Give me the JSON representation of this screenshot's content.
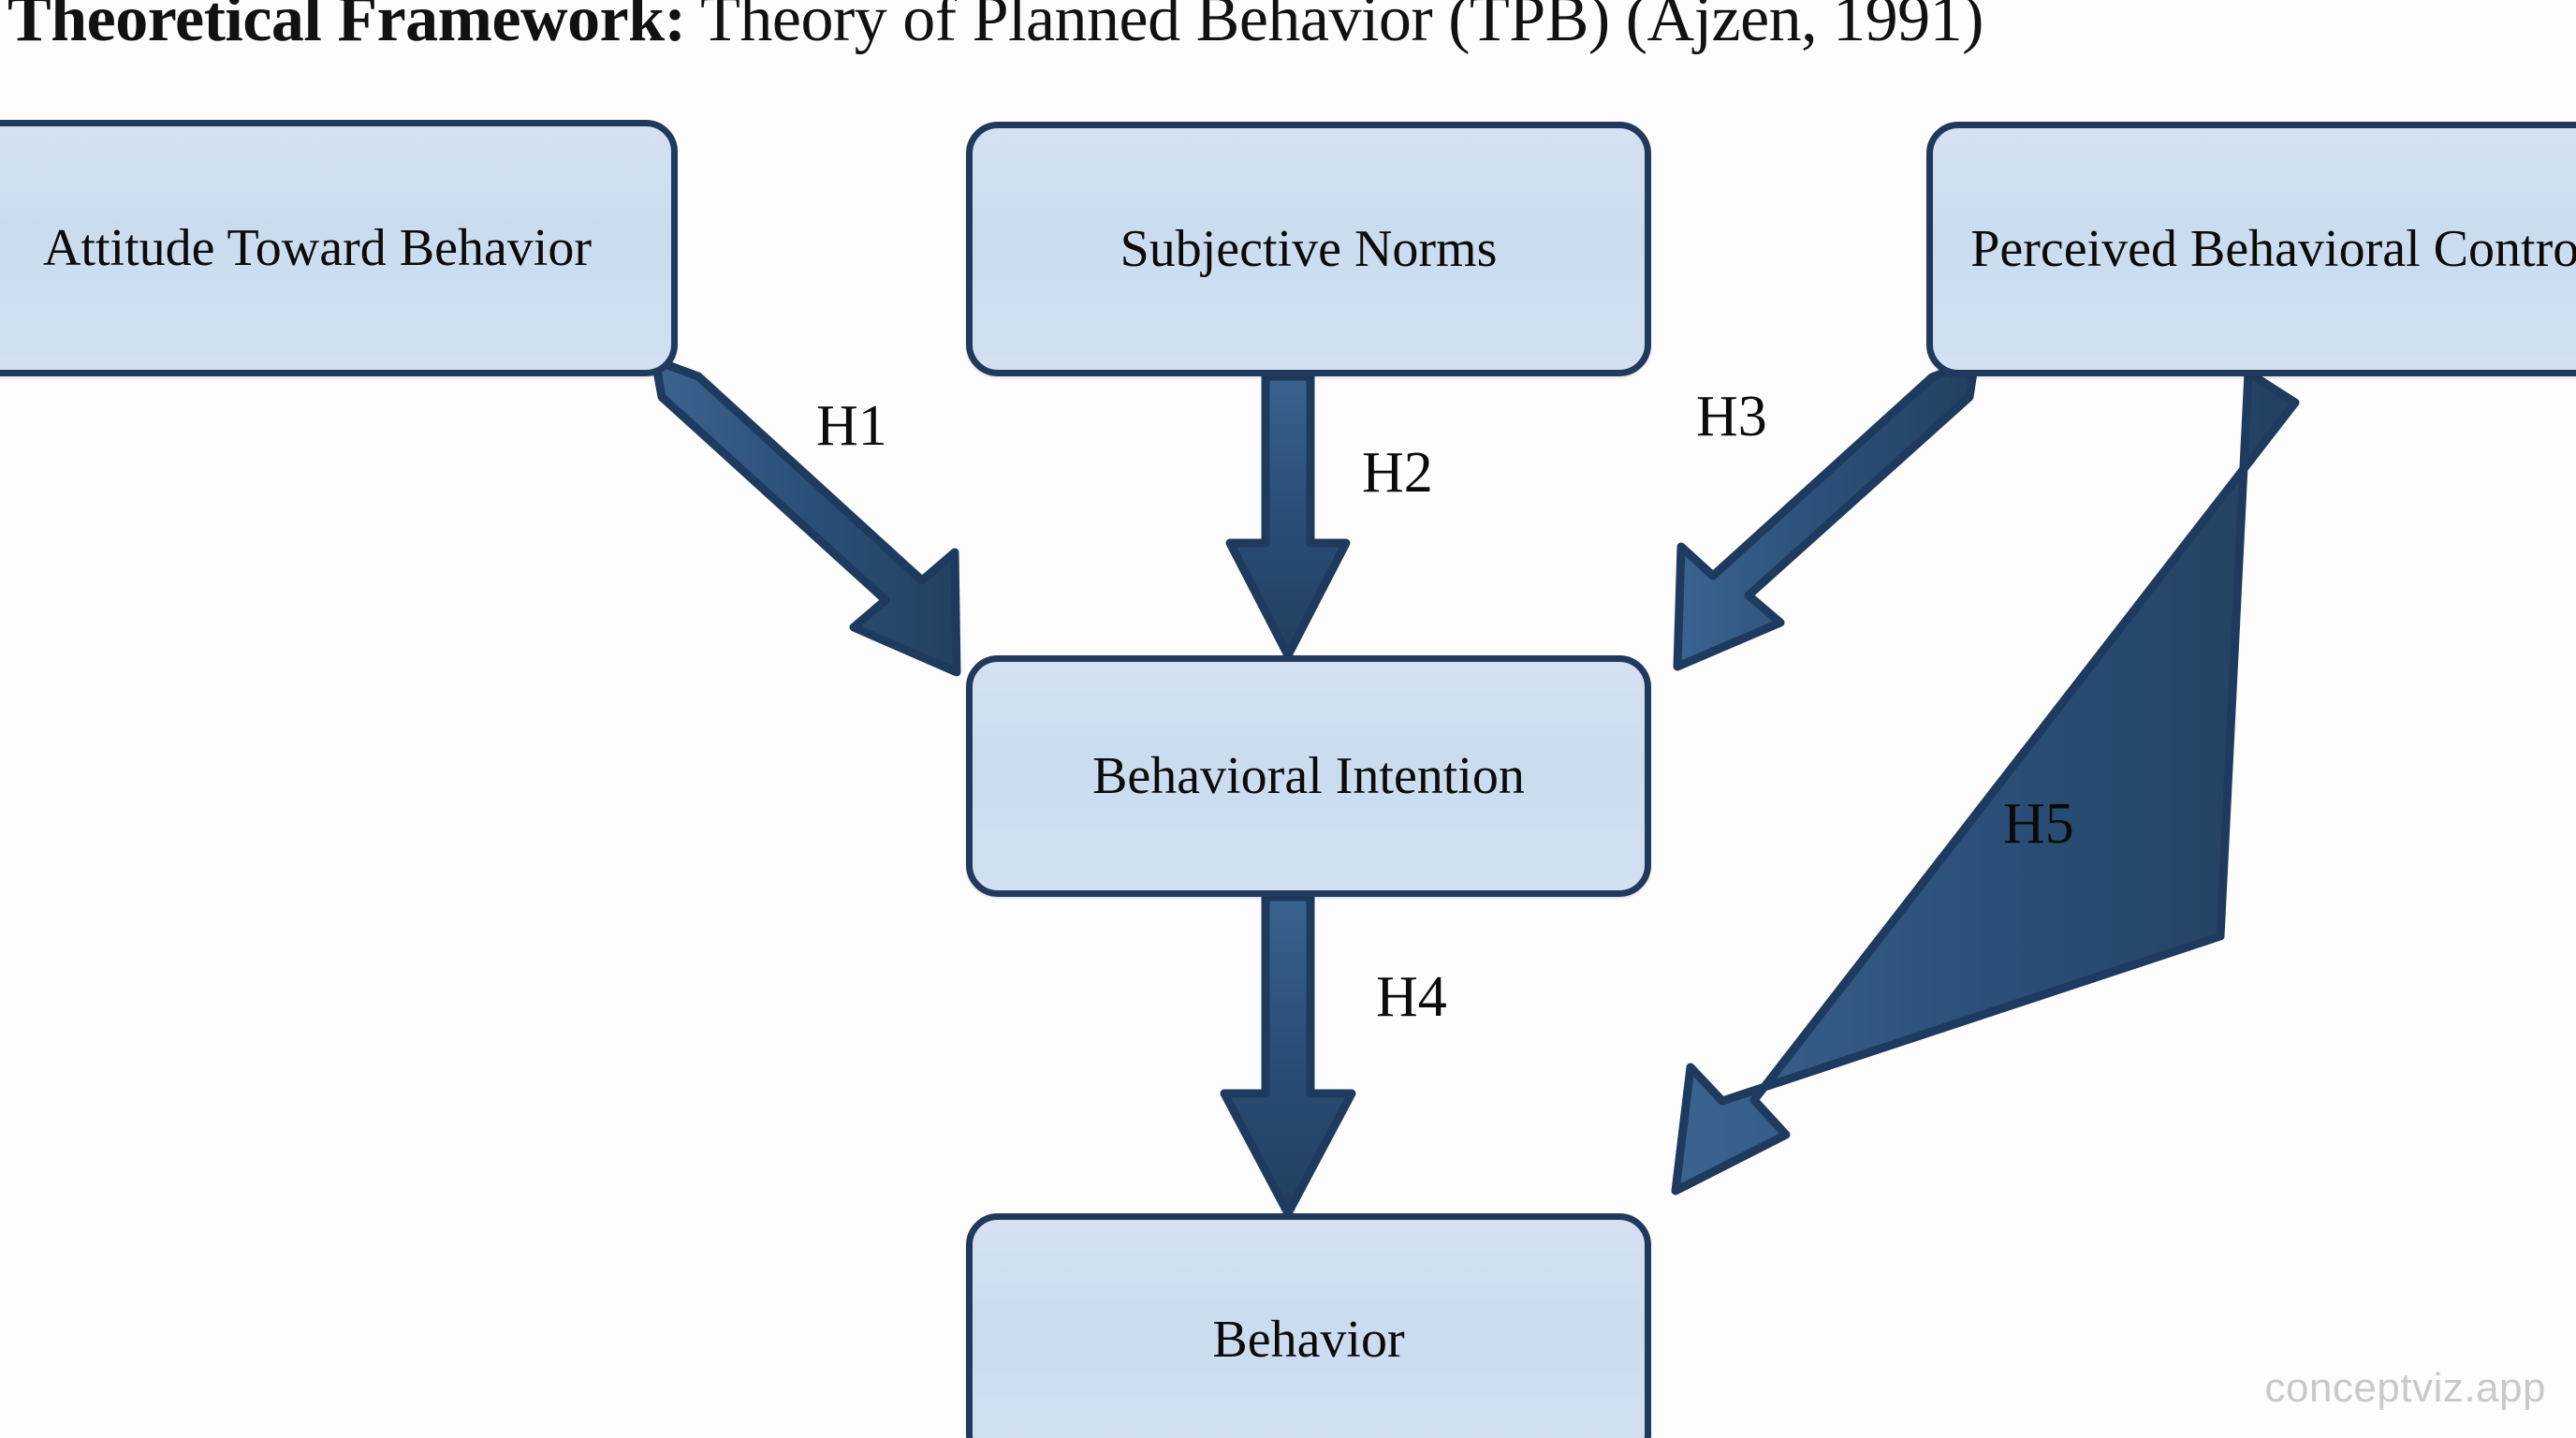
{
  "title": {
    "bold_prefix": "Theoretical Framework:",
    "rest": " Theory of Planned Behavior (TPB) (Ajzen, 1991)"
  },
  "colors": {
    "box_fill": "#cbdcef",
    "box_border": "#22395e",
    "arrow_fill": "#2b4f79",
    "arrow_border": "#1f3a5f",
    "text": "#0b0b0b",
    "background": "#fdfdfd",
    "watermark": "#c9c9c9"
  },
  "nodes": [
    {
      "id": "attitude",
      "label": "Attitude Toward Behavior"
    },
    {
      "id": "norms",
      "label": "Subjective Norms"
    },
    {
      "id": "pbc",
      "label": "Perceived Behavioral Control"
    },
    {
      "id": "intention",
      "label": "Behavioral Intention"
    },
    {
      "id": "behavior",
      "label": "Behavior"
    }
  ],
  "edges": [
    {
      "id": "h1",
      "label": "H1",
      "from": "attitude",
      "to": "intention",
      "direction": "down-right"
    },
    {
      "id": "h2",
      "label": "H2",
      "from": "norms",
      "to": "intention",
      "direction": "down"
    },
    {
      "id": "h3",
      "label": "H3",
      "from": "pbc",
      "to": "intention",
      "direction": "down-left"
    },
    {
      "id": "h4",
      "label": "H4",
      "from": "intention",
      "to": "behavior",
      "direction": "down"
    },
    {
      "id": "h5",
      "label": "H5",
      "from": "pbc",
      "to": "behavior",
      "direction": "down-left"
    }
  ],
  "watermark": "conceptviz.app",
  "chart_data": {
    "type": "diagram",
    "title": "Theoretical Framework: Theory of Planned Behavior (TPB) (Ajzen, 1991)",
    "nodes": [
      "Attitude Toward Behavior",
      "Subjective Norms",
      "Perceived Behavioral Control",
      "Behavioral Intention",
      "Behavior"
    ],
    "edges": [
      {
        "label": "H1",
        "source": "Attitude Toward Behavior",
        "target": "Behavioral Intention"
      },
      {
        "label": "H2",
        "source": "Subjective Norms",
        "target": "Behavioral Intention"
      },
      {
        "label": "H3",
        "source": "Perceived Behavioral Control",
        "target": "Behavioral Intention"
      },
      {
        "label": "H4",
        "source": "Behavioral Intention",
        "target": "Behavior"
      },
      {
        "label": "H5",
        "source": "Perceived Behavioral Control",
        "target": "Behavior"
      }
    ]
  }
}
